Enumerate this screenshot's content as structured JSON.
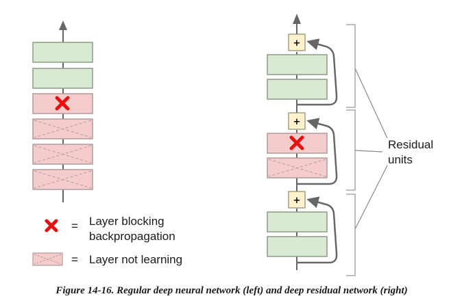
{
  "legend": {
    "blocking_symbol": "=",
    "blocking_line1": "Layer blocking",
    "blocking_line2": "backpropagation",
    "not_learning_symbol": "=",
    "not_learning_label": "Layer not learning"
  },
  "residual_label": {
    "line1": "Residual",
    "line2": "units"
  },
  "plus_symbol": "+",
  "caption": "Figure 14-16. Regular deep neural network (left) and deep residual network (right)",
  "colors": {
    "green_fill": "#d9ead3",
    "green_stroke": "#8a9a86",
    "pink_fill": "#f4cccc",
    "pink_stroke": "#b09a9a",
    "yellow_fill": "#fff2cc",
    "red_x": "#e8110f",
    "arrow": "#666666"
  },
  "icons": [
    "red-x-icon",
    "crossed-layer-icon",
    "up-arrow-icon",
    "plus-icon"
  ]
}
